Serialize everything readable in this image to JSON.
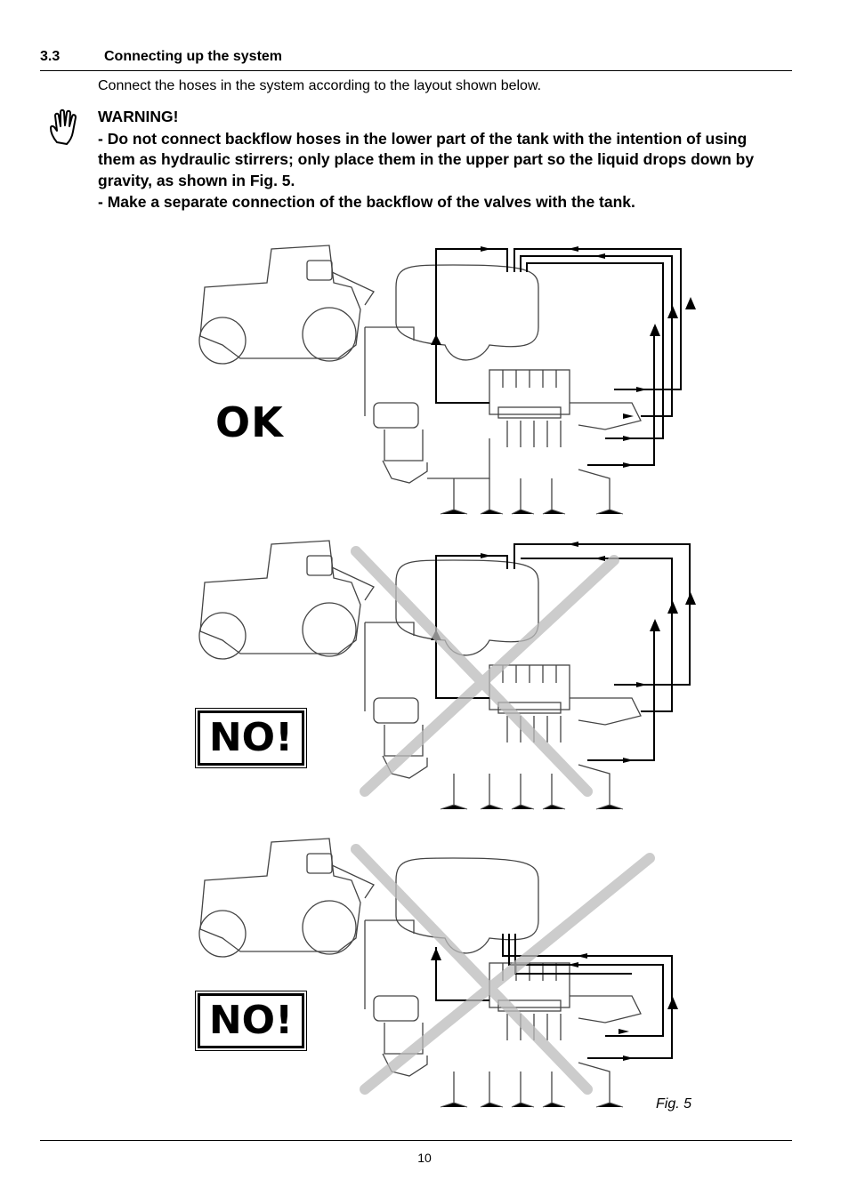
{
  "section": {
    "number": "3.3",
    "title": "Connecting up the system"
  },
  "intro": "Connect the hoses in the system according to the layout shown below.",
  "warning": {
    "icon": "hand-warning-icon",
    "heading": "WARNING!",
    "items": [
      "- Do not connect backflow hoses in the lower part of the tank with the intention of using them as hydraulic stirrers; only place them in the upper part so the liquid drops down by gravity, as shown in Fig. 5.",
      "- Make a separate connection of the backflow of the valves with the tank."
    ]
  },
  "diagrams": [
    {
      "label": "OK"
    },
    {
      "label": "NO!"
    },
    {
      "label": "NO!"
    }
  ],
  "figure_caption": "Fig. 5",
  "page_number": "10"
}
